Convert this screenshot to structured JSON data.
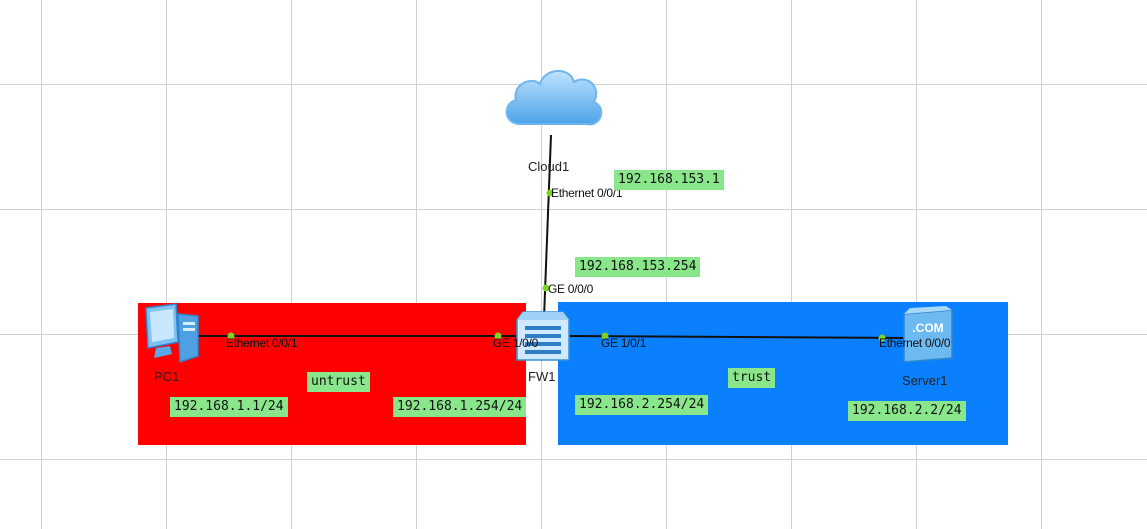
{
  "devices": {
    "cloud": {
      "name": "Cloud1",
      "icon": "cloud-icon"
    },
    "firewall": {
      "name": "FW1",
      "icon": "firewall-icon"
    },
    "pc": {
      "name": "PC1",
      "icon": "pc-icon"
    },
    "server": {
      "name": "Server1",
      "icon": "server-icon",
      "badge": ".COM"
    }
  },
  "ports": {
    "cloud_port": "Ethernet 0/0/1",
    "fw_up": "GE 0/0/0",
    "fw_left": "GE 1/0/0",
    "fw_right": "GE 1/0/1",
    "pc_port": "Ethernet 0/0/1",
    "server_port": "Ethernet 0/0/0"
  },
  "labels": {
    "cloud_ip": "192.168.153.1",
    "fw_up_ip": "192.168.153.254",
    "pc_ip": "192.168.1.1/24",
    "fw_left_ip": "192.168.1.254/24",
    "fw_right_ip": "192.168.2.254/24",
    "server_ip": "192.168.2.2/24",
    "zone_untrust": "untrust",
    "zone_trust": "trust"
  },
  "colors": {
    "untrust_zone": "#ff0000",
    "trust_zone": "#0a80ff",
    "label_bg": "#8ae68a",
    "port_dot": "#7ed321"
  }
}
